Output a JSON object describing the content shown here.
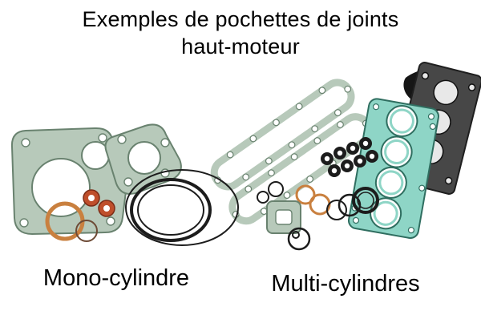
{
  "title": {
    "line1": "Exemples de pochettes de joints",
    "line2": "haut-moteur"
  },
  "captions": {
    "mono": "Mono-cylindre",
    "multi": "Multi-cylindres"
  },
  "colors": {
    "background": "#ffffff",
    "text": "#000000",
    "gasket_green": "#b7c9ba",
    "gasket_green_dark": "#69826f",
    "gasket_teal": "#8ed5c6",
    "gasket_teal_dark": "#2f6e60",
    "seal_orange": "#c9803f",
    "seal_red": "#bf4f2b",
    "rubber_black": "#1c1c1c",
    "metal_gray": "#474747"
  }
}
